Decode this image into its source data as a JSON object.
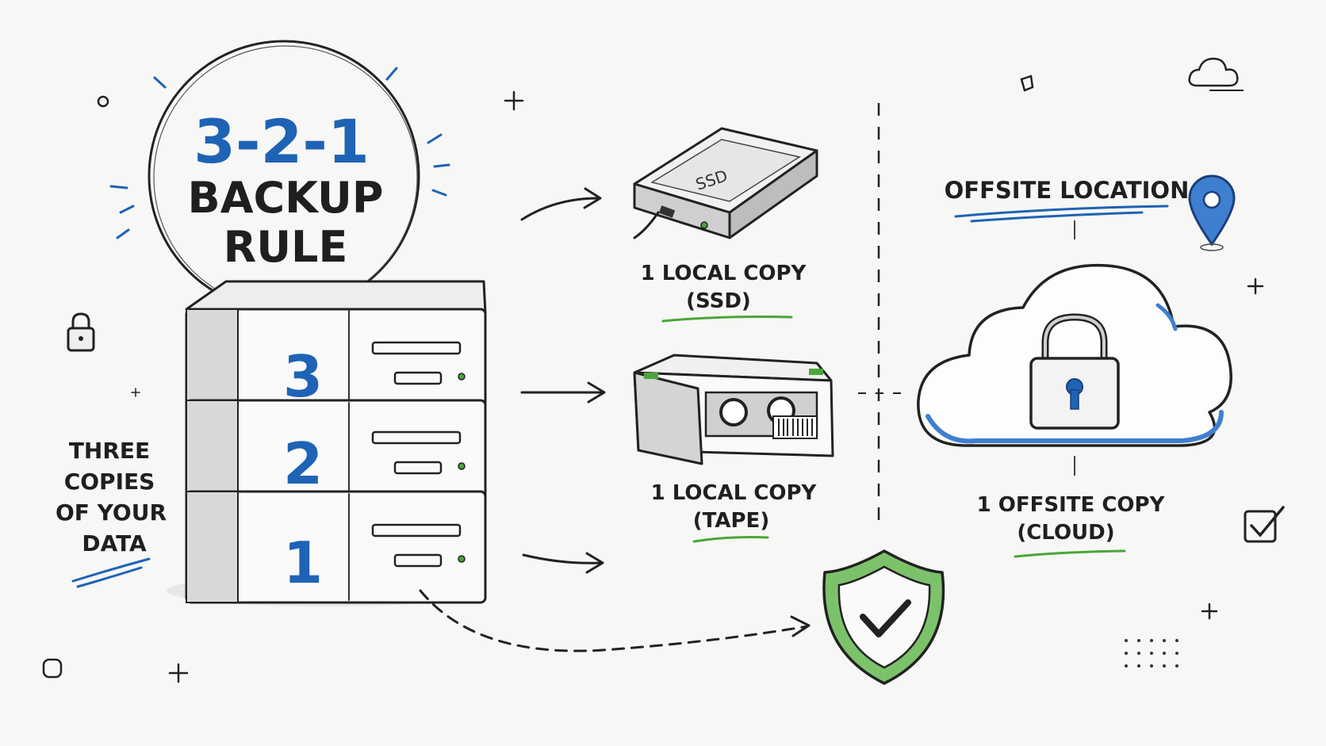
{
  "title": {
    "line1": "3-2-1",
    "line2": "BACKUP",
    "line3": "RULE"
  },
  "server_stack": {
    "units": [
      {
        "number": "3"
      },
      {
        "number": "2"
      },
      {
        "number": "1"
      }
    ],
    "caption": [
      "THREE",
      "COPIES",
      "OF YOUR",
      "DATA"
    ]
  },
  "ssd": {
    "device_label": "SSD",
    "caption_line1": "1 LOCAL COPY",
    "caption_line2": "(SSD)"
  },
  "tape": {
    "caption_line1": "1 LOCAL COPY",
    "caption_line2": "(TAPE)"
  },
  "offsite": {
    "heading": "OFFSITE LOCATION",
    "caption_line1": "1 OFFSITE COPY",
    "caption_line2": "(CLOUD)"
  },
  "colors": {
    "accent_blue": "#1e63b5",
    "accent_green": "#4aa63a",
    "ink": "#222222"
  },
  "icons": [
    "lock-icon",
    "ssd-drive-icon",
    "tape-cartridge-icon",
    "cloud-icon",
    "padlock-icon",
    "map-pin-icon",
    "shield-check-icon",
    "checkbox-icon",
    "small-cloud-icon",
    "sparkle-icon"
  ]
}
